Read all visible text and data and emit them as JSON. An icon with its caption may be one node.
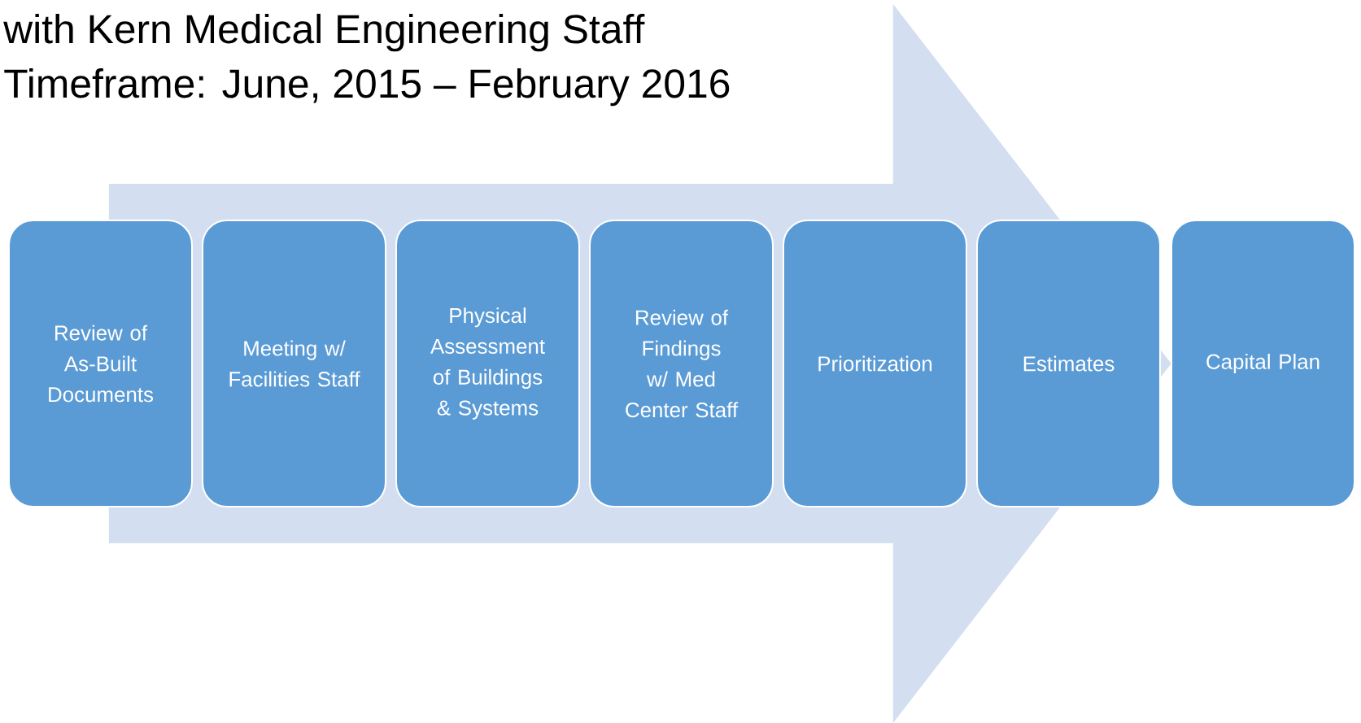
{
  "diagram": {
    "title": "with Kern Medical Engineering Staff",
    "labels": [
      "Timeframe: June, 2015 – February 2016"
    ],
    "nodes": [
      {
        "text": [
          "Review of As-Built Documents"
        ]
      },
      {
        "text": [
          "Meeting w/ Facilities Staff"
        ]
      },
      {
        "text": [
          "Physical Assessment of Buildings & Systems"
        ]
      },
      {
        "text": [
          "Review of Findings w/ Med Center Staff"
        ]
      },
      {
        "text": [
          "Prioritization"
        ]
      },
      {
        "text": [
          "Estimates"
        ]
      },
      {
        "text": [
          "Capital Plan"
        ]
      }
    ],
    "edges": [
      {
        "from": 0,
        "to": 6,
        "arrow": "to"
      }
    ]
  }
}
